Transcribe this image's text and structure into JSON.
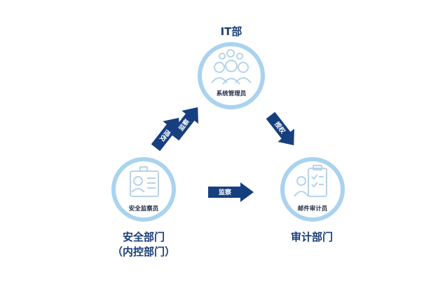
{
  "departments": {
    "it": {
      "label": "IT部"
    },
    "security": {
      "label_line1": "安全部门",
      "label_line2": "（内控部门）"
    },
    "audit": {
      "label": "审计部门"
    }
  },
  "roles": {
    "sysadmin": "系统管理员",
    "security_supervisor": "安全监察员",
    "auditor": "邮件审计员"
  },
  "arrows": {
    "grant_left": "授权",
    "supervise_left": "监察",
    "grant_right": "授权",
    "supervise_bottom": "监察"
  },
  "colors": {
    "arrow_blue": "#163f7f",
    "ring_blue": "#a9d3ef",
    "label_blue": "#1a3e78",
    "icon_blue": "#b7d3ea"
  },
  "icons": [
    "people-gears-icon",
    "id-badge-icon",
    "checklist-person-icon"
  ]
}
